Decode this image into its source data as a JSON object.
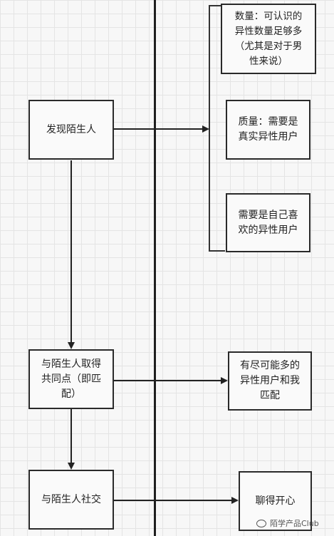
{
  "nodes": {
    "discover": "发现陌生人",
    "common_ground": "与陌生人取得\n共同点（即匹\n配）",
    "socialize": "与陌生人社交",
    "quantity": "数量：可认识的\n异性数量足够多\n（尤其是对于男\n性来说）",
    "quality": "质量：需要是\n真实异性用户",
    "preference": "需要是自己喜\n欢的异性用户",
    "match_many": "有尽可能多的\n异性用户和我\n匹配",
    "enjoy_chat": "聊得开心"
  },
  "watermark": {
    "text": "陌学产品Club",
    "icon": "wechat-icon"
  }
}
